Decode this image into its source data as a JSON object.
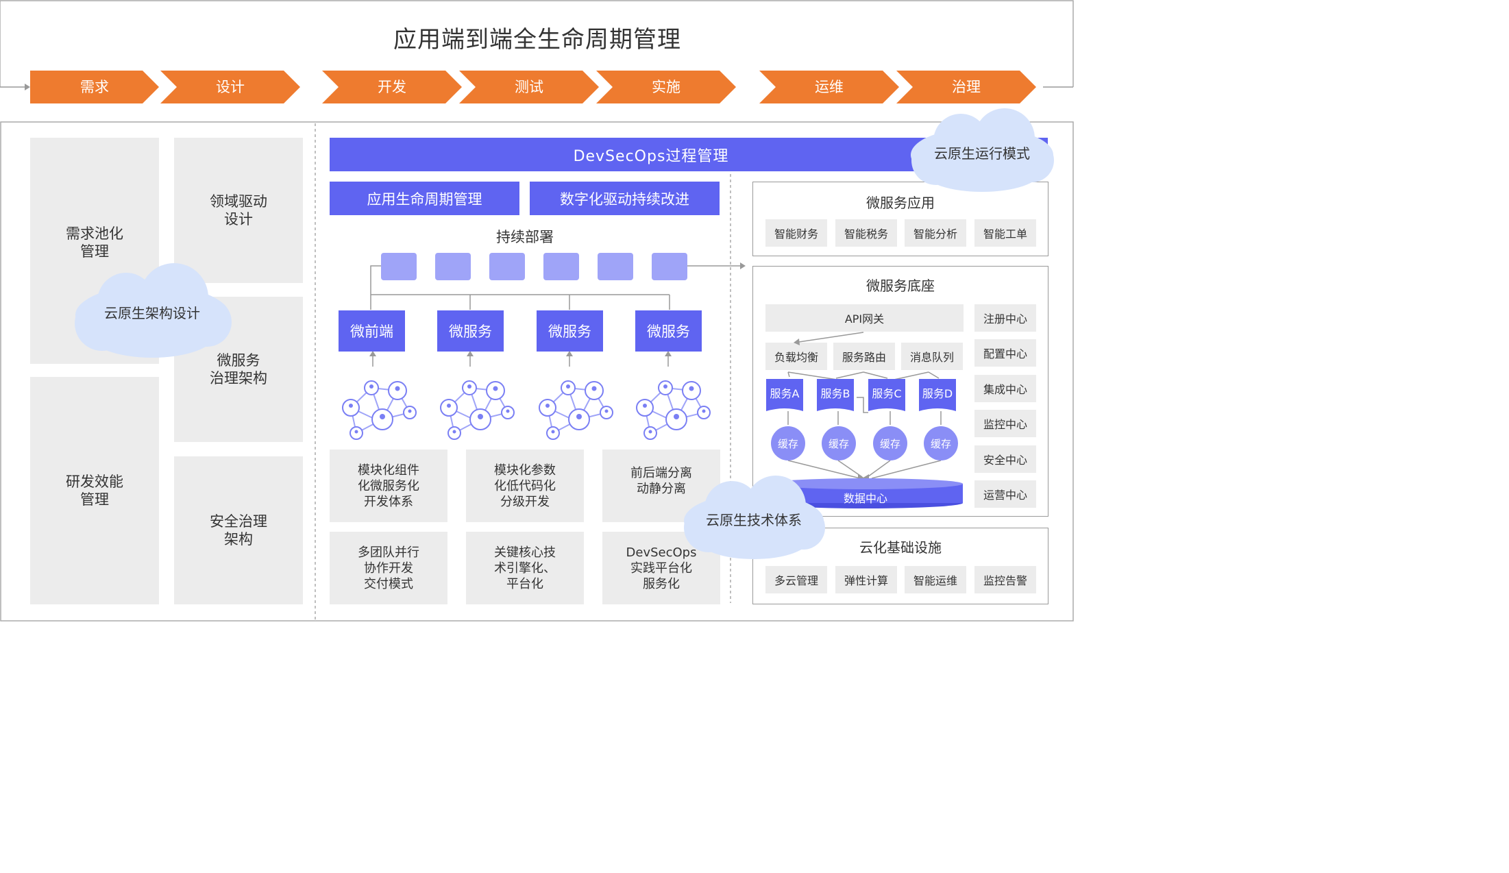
{
  "title": "应用端到端全生命周期管理",
  "phases": [
    "需求",
    "设计",
    "开发",
    "测试",
    "实施",
    "运维",
    "治理"
  ],
  "left": {
    "req_pool": [
      "需求池化",
      "管理"
    ],
    "domain": [
      "领域驱动",
      "设计"
    ],
    "ms_gov": [
      "微服务",
      "治理架构"
    ],
    "rd_eff": [
      "研发效能",
      "管理"
    ],
    "sec_gov": [
      "安全治理",
      "架构"
    ],
    "cloud": "云原生架构设计"
  },
  "middle": {
    "devsecops": "DevSecOps过程管理",
    "alm": "应用生命周期管理",
    "digital": "数字化驱动持续改进",
    "cd": "持续部署",
    "services": [
      "微前端",
      "微服务",
      "微服务",
      "微服务"
    ],
    "cards": [
      [
        "模块化组件",
        "化微服务化",
        "开发体系"
      ],
      [
        "模块化参数",
        "化低代码化",
        "分级开发"
      ],
      [
        "前后端分离",
        "动静分离"
      ],
      [
        "多团队并行",
        "协作开发",
        "交付模式"
      ],
      [
        "关键核心技",
        "术引擎化、",
        "平台化"
      ],
      [
        "DevSecOps",
        "实践平台化",
        "服务化"
      ]
    ],
    "cloud": "云原生技术体系"
  },
  "right": {
    "cloud": "云原生运行模式",
    "ms_app": {
      "title": "微服务应用",
      "items": [
        "智能财务",
        "智能税务",
        "智能分析",
        "智能工单"
      ]
    },
    "ms_base": {
      "title": "微服务底座",
      "gateway": "API网关",
      "routes": [
        "负载均衡",
        "服务路由",
        "消息队列"
      ],
      "services": [
        "服务A",
        "服务B",
        "服务C",
        "服务D"
      ],
      "cache": "缓存",
      "datacenter": "数据中心",
      "centers": [
        "注册中心",
        "配置中心",
        "集成中心",
        "监控中心",
        "安全中心",
        "运营中心"
      ]
    },
    "infra": {
      "title": "云化基础设施",
      "items": [
        "多云管理",
        "弹性计算",
        "智能运维",
        "监控告警"
      ]
    }
  },
  "colors": {
    "orange": "#ee7b2f",
    "blue": "#5f64f1",
    "light_blue": "#9fa4f8",
    "cloud": "#d6e3fb",
    "gray": "#ececec"
  }
}
